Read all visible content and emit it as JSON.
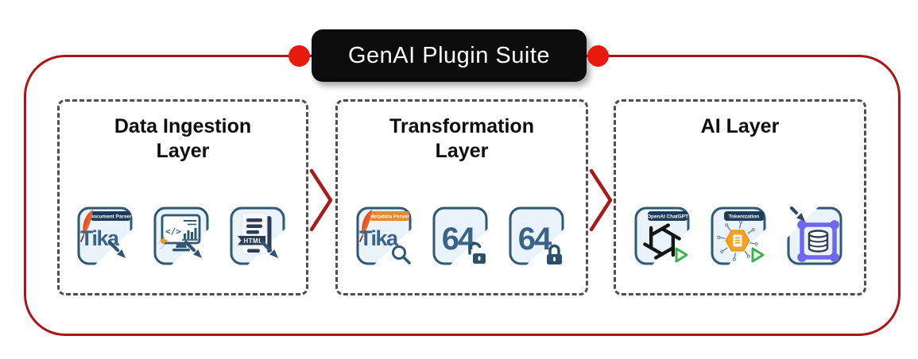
{
  "suite": {
    "title": "GenAI Plugin Suite"
  },
  "colors": {
    "border_red": "#b01218",
    "dot_red": "#e8190e",
    "chevron_red": "#a81a1c",
    "title_bg": "#0c0c0c",
    "title_text": "#ffffff",
    "dash_gray": "#4f4f4f",
    "icon_border": "#2d5876",
    "icon_bg": "#e9f3f9",
    "badge_navy": "#1d3c59",
    "doc_navy": "#2e3b55",
    "steel_blue": "#3b638a",
    "badge_orange": "#e8872b",
    "token_orange": "#f5a21e",
    "purple": "#6f68ee",
    "green": "#35b54a"
  },
  "layers": [
    {
      "id": "data-ingestion",
      "title_lines": [
        "Data Ingestion",
        "Layer"
      ],
      "icons": [
        {
          "name": "tika-document-parser",
          "type": "tika",
          "badge": "Document Parser",
          "badge_style": "navy",
          "logo_text": "Tika",
          "overlay": "arrow-out"
        },
        {
          "name": "web-code-report-parser",
          "type": "monitor-code",
          "code_text": "</>",
          "overlay": "arrow-out"
        },
        {
          "name": "html-document",
          "type": "html-doc",
          "label_text": "HTML",
          "overlay": "arrow-out"
        }
      ]
    },
    {
      "id": "transformation",
      "title_lines": [
        "Transformation",
        "Layer"
      ],
      "icons": [
        {
          "name": "tika-metadata-parser",
          "type": "tika",
          "badge": "Metadata Parser",
          "badge_style": "orange",
          "logo_text": "Tika",
          "overlay": "magnifier"
        },
        {
          "name": "base64-unlocked",
          "type": "base64",
          "number_text": "64",
          "overlay": "lock-open"
        },
        {
          "name": "base64-locked",
          "type": "base64",
          "number_text": "64",
          "overlay": "lock-closed"
        }
      ]
    },
    {
      "id": "ai",
      "title_lines": [
        "AI Layer"
      ],
      "icons": [
        {
          "name": "openai-chatgpt",
          "type": "chatgpt",
          "badge": "OpenAI ChatGPT",
          "badge_style": "navy",
          "overlay": "play"
        },
        {
          "name": "tokenization",
          "type": "tokenization",
          "badge": "Tokenization",
          "badge_style": "navy",
          "overlay": "play"
        },
        {
          "name": "data-network-db",
          "type": "data-network",
          "overlay": "arrow-in"
        }
      ]
    }
  ],
  "connectors": [
    {
      "name": "chevron-ingestion-to-transformation"
    },
    {
      "name": "chevron-transformation-to-ai"
    }
  ]
}
